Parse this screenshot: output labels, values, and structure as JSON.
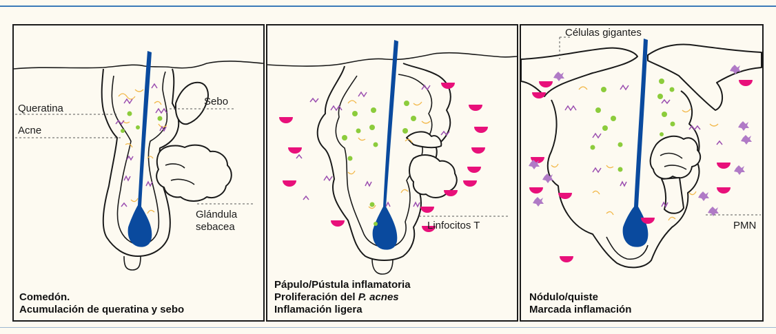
{
  "panels": [
    {
      "stage": "comedon",
      "labels": {
        "queratina": "Queratina",
        "acne": "Acne",
        "sebo": "Sebo",
        "glandula_1": "Glándula",
        "glandula_2": "sebacea"
      },
      "caption": [
        "Comedón.",
        "Acumulación de queratina y sebo"
      ]
    },
    {
      "stage": "papula",
      "labels": {
        "linfocitos": "Linfocitos T"
      },
      "caption_line1": "Pápulo/Pústula inflamatoria",
      "caption_line2_prefix": "Proliferación del ",
      "caption_line2_italic": "P. acnes",
      "caption_line3": "Inflamación ligera"
    },
    {
      "stage": "nodulo",
      "labels": {
        "celulas": "Células gigantes",
        "pmn": "PMN"
      },
      "caption": [
        "Nódulo/quiste",
        "Marcada inflamación"
      ]
    }
  ],
  "colors": {
    "hair": "#0a4a9e",
    "keratin": "#9b4fb0",
    "sebum": "#f2b84a",
    "bacteria": "#8ccc3c",
    "lymphocyte": "#e8107a",
    "pmn": "#b07ac6",
    "frame_rule": "#3a7ab8"
  }
}
